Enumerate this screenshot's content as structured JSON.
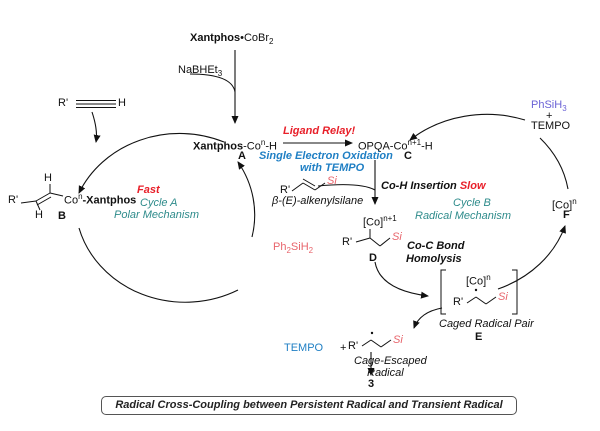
{
  "precatalyst": {
    "main": "Xantphos",
    "suffix": "•CoBr",
    "sub": "2"
  },
  "reductant": {
    "main": "NaBHEt",
    "sub": "3"
  },
  "alkyne": {
    "r": "R'",
    "h": "H"
  },
  "catalyst_A": {
    "main": "Xantphos",
    "suffix": "-Co",
    "sup": "n",
    "tail": "-H",
    "letter": "A"
  },
  "ligand_relay": "Ligand Relay!",
  "catalyst_C": {
    "prefix": "OPQA-Co",
    "sup": "n+1",
    "tail": "-H",
    "letter": "C"
  },
  "seo": {
    "line1": "Single Electron Oxidation",
    "line2": "with TEMPO"
  },
  "reagent_top_right": {
    "main": "PhSiH",
    "sub": "3",
    "plus": "+",
    "tempo": "TEMPO"
  },
  "alkenylsilane": {
    "r": "R'",
    "si": "Si",
    "caption_prefix": "β-(",
    "caption_e": "E",
    "caption_suffix": ")-alkenylsilane"
  },
  "intermediate_B": {
    "r": "R'",
    "h1": "H",
    "h2": "H",
    "co": "Co",
    "sup": "n",
    "tail": "-Xantphos",
    "letter": "B"
  },
  "cycle_A": {
    "fast": "Fast",
    "name": "Cycle A",
    "mechanism": "Polar Mechanism"
  },
  "coh_insertion": {
    "text": "Co-H Insertion",
    "slow": "Slow"
  },
  "cycle_B": {
    "name": "Cycle B",
    "mechanism": "Radical Mechanism"
  },
  "intermediate_D": {
    "co": "[Co]",
    "sup": "n+1",
    "r": "R'",
    "si": "Si",
    "letter": "D"
  },
  "homolysis": {
    "line1": "Co-C Bond",
    "line2": "Homolysis"
  },
  "silane_Ph2": {
    "main": "Ph",
    "sub1": "2",
    "mid": "SiH",
    "sub2": "2"
  },
  "F_species": {
    "co": "[Co]",
    "sup": "n",
    "letter": "F"
  },
  "caged_pair": {
    "co": "[Co]",
    "sup": "n",
    "r": "R'",
    "si": "Si",
    "caption": "Caged Radical Pair",
    "letter": "E"
  },
  "escaped": {
    "tempo": "TEMPO",
    "plus": "+",
    "r": "R'",
    "si": "Si",
    "caption1": "Cage-Escaped",
    "caption2": "Radical",
    "product": "3"
  },
  "footer": "Radical Cross-Coupling between Persistent Radical and Transient Radical",
  "colors": {
    "red": "#e8202a",
    "pink": "#e8656c",
    "teal": "#2e8b8b",
    "blue": "#1f7fc4",
    "lavender": "#6b63d6"
  }
}
